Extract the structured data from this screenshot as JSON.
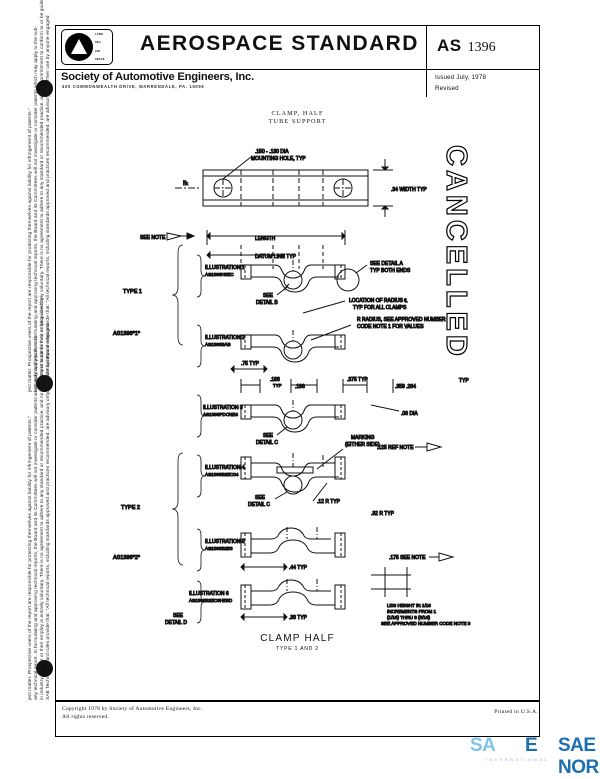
{
  "header": {
    "standard_title": "AEROSPACE STANDARD",
    "society_name": "Society of Automotive Engineers, Inc.",
    "society_address": "400 COMMONWEALTH DRIVE, WARRENDALE, PA. 15096",
    "logo_words": [
      "LAND",
      "SEA",
      "AIR",
      "SPACE"
    ],
    "doc_prefix": "AS",
    "doc_number": "1396",
    "issued": "Issued July, 1978",
    "revised": "Revised"
  },
  "doc_title": {
    "line1": "CLAMP, HALF",
    "line2": "TUBE SUPPORT"
  },
  "stamp": {
    "cancelled": "CANCELLED"
  },
  "margin_notes": {
    "upper": [
      "SAE Technical Board rules provide that:  \"All technical reports, including standards approved and practices recommended, are advisory only.  Their use by anyone engaged",
      "in industry or trade or their employ is entirely voluntary.  There is no agreement to adhere to any standard or recommended practice, and no commitment to conform to or be guided by",
      "any technical report.  In formulating and approving technical reports, the Board and its Committees will not investigate or consider patents which may apply to the sub-",
      "ject matter.  Prospective users of the report are responsible for protecting themselves against liability for infringement of patents.\""
    ]
  },
  "drawing": {
    "top_view": {
      "hole_note_line1": ".150 - .130 DIA",
      "hole_note_line2": "MOUNTING HOLE, TYP",
      "width_note": ".34 WIDTH TYP"
    },
    "labels": {
      "see_note": "SEE NOTE",
      "length": "LENGTH",
      "datum_line": "DATUM LINE TYP",
      "see_detail_a_1": "SEE DETAIL A",
      "see_detail_a_2": "TYP BOTH ENDS",
      "see_detail_b_1": "SEE",
      "see_detail_b_2": "DETAIL B",
      "see_detail_c_1": "SEE",
      "see_detail_c_2": "DETAIL C",
      "see_detail_d_1": "SEE",
      "see_detail_d_2": "DETAIL D",
      "radius_loc_1": "LOCATION OF RADIUS ℄",
      "radius_loc_2": "TYP FOR ALL CLAMPS",
      "radius_note_1": "R RADIUS, SEE APPROVED NUMBER",
      "radius_note_2": "CODE NOTE 1 FOR VALUES",
      "marking_1": "MARKING",
      "marking_2": "(EITHER SIDE)",
      "ref_note": ".125 REF NOTE",
      "see_note_tag": ".175 SEE NOTE",
      "leg_note_1": "LEG HEIGHT IN 1/16",
      "leg_note_2": "INCREMENTS FROM 1",
      "leg_note_3": "(1/16) THRU 8  (8/16)",
      "leg_note_4": "SEE APPROVED NUMBER CODE NOTE 3"
    },
    "dimensions": {
      "d_75_typ": ".75 TYP",
      "d_188_typ": ".188",
      "d_188_sub": "TYP",
      "d_198": ".198",
      "d_375_typ": ".375 TYP",
      "d_359_264": ".359 .264",
      "d_typ": "TYP",
      "d_06_dia": ".06 DIA",
      "d_12_r_typ": ".12 R TYP",
      "d_32_r_typ": ".32 R TYP",
      "d_44_typ": ".44 TYP",
      "d_38_typ": ".38 TYP"
    },
    "types": {
      "type1": "TYPE 1",
      "type1_code": "AS1396*1*",
      "type2": "TYPE 2",
      "type2_code": "AS1396*2*"
    },
    "illustrations": [
      {
        "name": "ILLUSTRATION 1",
        "code": "AS1396H3EC"
      },
      {
        "name": "ILLUSTRATION 2",
        "code": "AS1396BAB"
      },
      {
        "name": "ILLUSTRATION 3",
        "code": "AS1396PDCNE4"
      },
      {
        "name": "ILLUSTRATION 4",
        "code": "AS1396B2EC04"
      },
      {
        "name": "ILLUSTRATION 5",
        "code": "AS1396B2B3"
      },
      {
        "name": "ILLUSTRATION 6",
        "code": "AS1396B2EC8HE8D"
      }
    ]
  },
  "caption": {
    "line1": "CLAMP HALF",
    "line2": "TYPE 1 AND 2"
  },
  "footer": {
    "copyright_line1": "Copyright  1978 by Society of Automotive Engineers, Inc.",
    "copyright_line2": "All rights reserved.",
    "printed": "Printed in U.S.A."
  },
  "watermark": {
    "part1": "SA",
    "part2": "E",
    "part3": "SAE NORM",
    "subtitle": "INTERNATIONAL"
  }
}
